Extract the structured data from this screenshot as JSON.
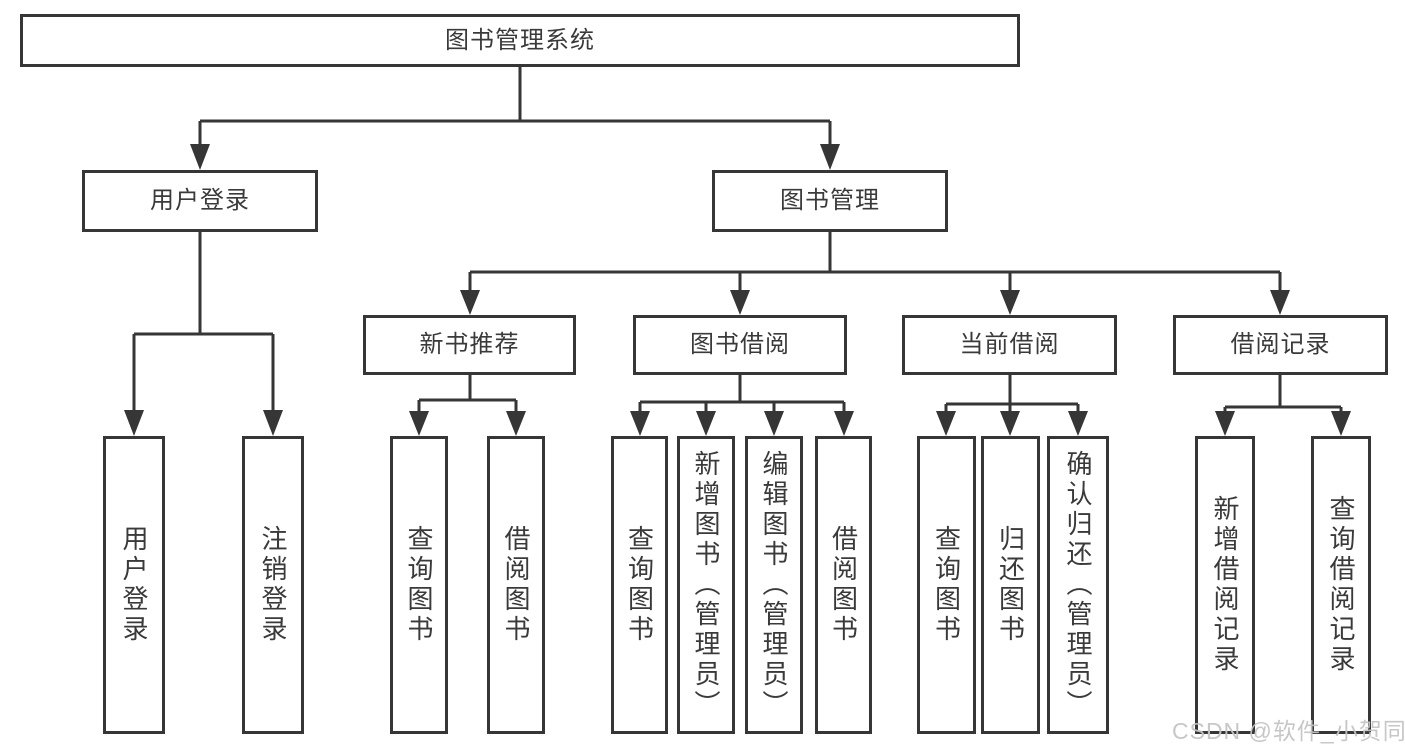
{
  "diagram": {
    "root": {
      "label": "图书管理系统"
    },
    "level2": [
      {
        "label": "用户登录"
      },
      {
        "label": "图书管理"
      }
    ],
    "level3": [
      {
        "label": "新书推荐"
      },
      {
        "label": "图书借阅"
      },
      {
        "label": "当前借阅"
      },
      {
        "label": "借阅记录"
      }
    ],
    "leaves": {
      "user_login": [
        "用户登录",
        "注销登录"
      ],
      "new_books": [
        "查询图书",
        "借阅图书"
      ],
      "book_borrow": [
        "查询图书",
        "新增图书（管理员）",
        "编辑图书（管理员）",
        "借阅图书"
      ],
      "current_borrow": [
        "查询图书",
        "归还图书",
        "确认归还（管理员）"
      ],
      "borrow_records": [
        "新增借阅记录",
        "查询借阅记录"
      ]
    },
    "colors": {
      "line": "#363636",
      "text": "#3a3a3a",
      "background": "#ffffff"
    }
  },
  "watermark": {
    "text": "CSDN @软件_小贺同学",
    "color": "#c4c4c4"
  }
}
